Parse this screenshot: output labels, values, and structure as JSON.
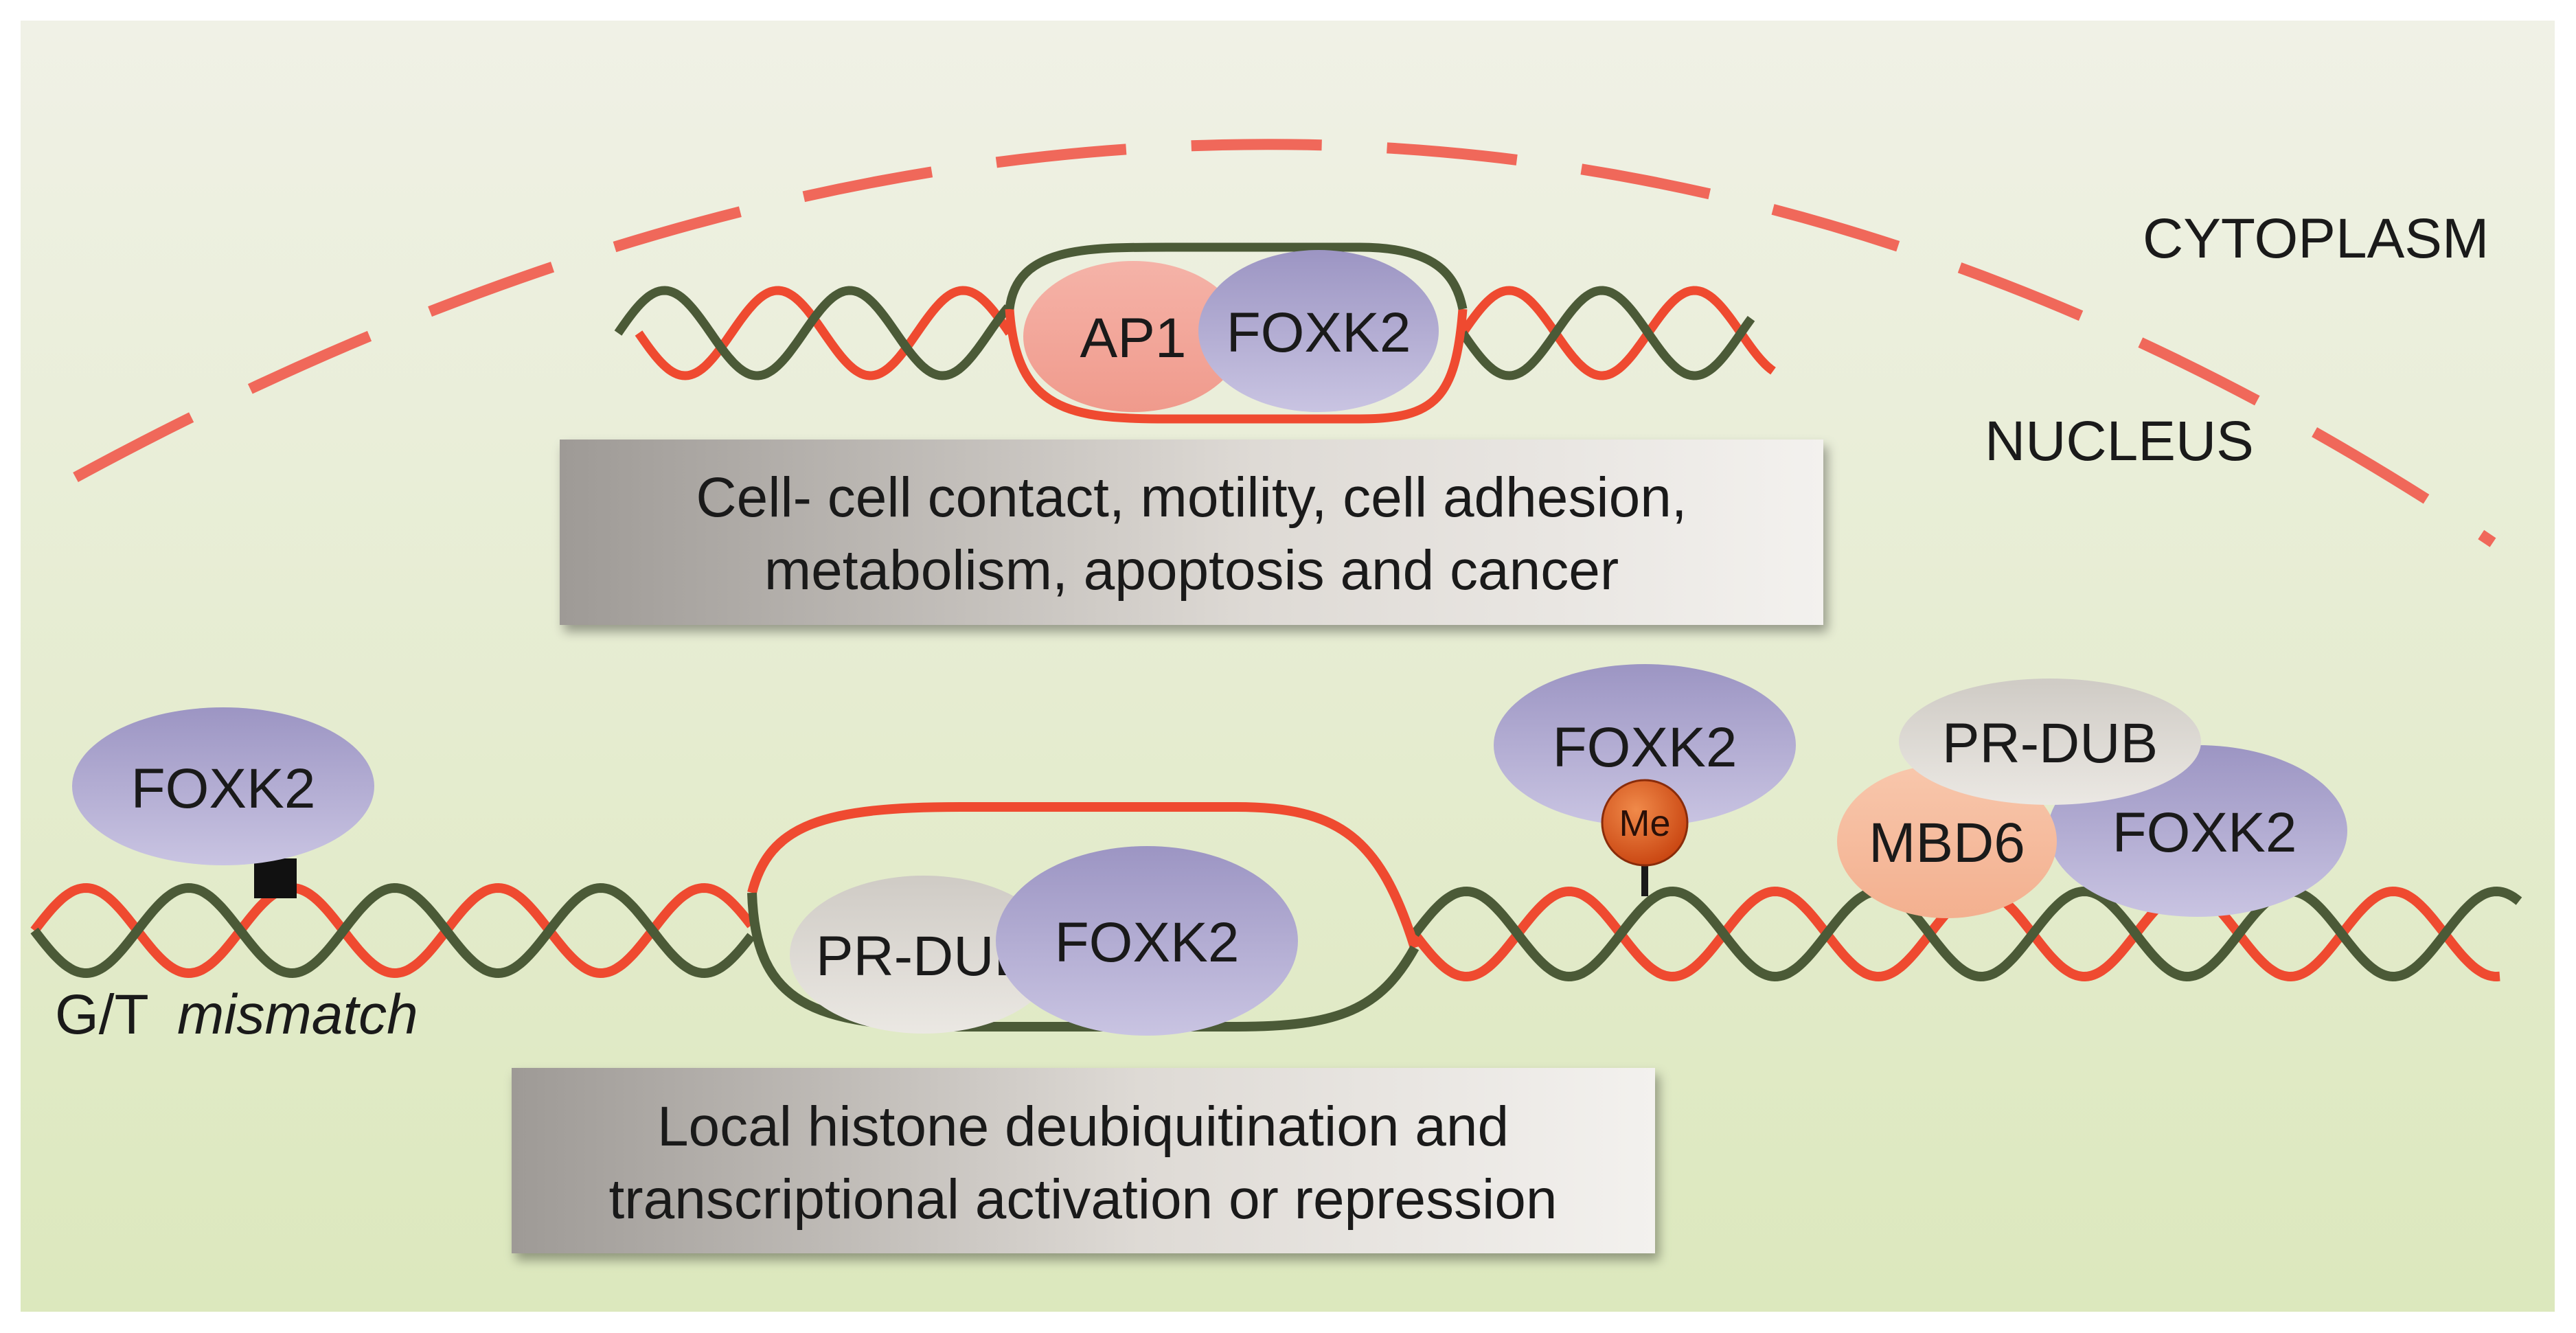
{
  "labels": {
    "cytoplasm": "CYTOPLASM",
    "nucleus": "NUCLEUS",
    "mismatch_prefix": "G/T",
    "mismatch_italic": "mismatch"
  },
  "proteins": {
    "ap1": "AP1",
    "foxk2_top": "FOXK2",
    "foxk2_left": "FOXK2",
    "prdub_loop": "PR-DUB",
    "foxk2_loop": "FOXK2",
    "foxk2_me": "FOXK2",
    "me": "Me",
    "prdub_right": "PR-DUB",
    "mbd6": "MBD6",
    "foxk2_right": "FOXK2"
  },
  "boxes": {
    "top_line1": "Cell- cell contact, motility, cell adhesion,",
    "top_line2": "metabolism, apoptosis and cancer",
    "bottom_line1": "Local histone deubiquitination and",
    "bottom_line2": "transcriptional activation or repression"
  },
  "colors": {
    "background_top": "#eef0e3",
    "background_bottom": "#dfe9c2",
    "membrane": "#f0685a",
    "dna_green": "#4b5a37",
    "dna_red": "#ef4a30",
    "foxk2": "#a9a3cc",
    "ap1": "#f3aaa0",
    "prdub": "#d9d6d0",
    "mbd6": "#f6c0a5",
    "me": "#d9521f"
  }
}
